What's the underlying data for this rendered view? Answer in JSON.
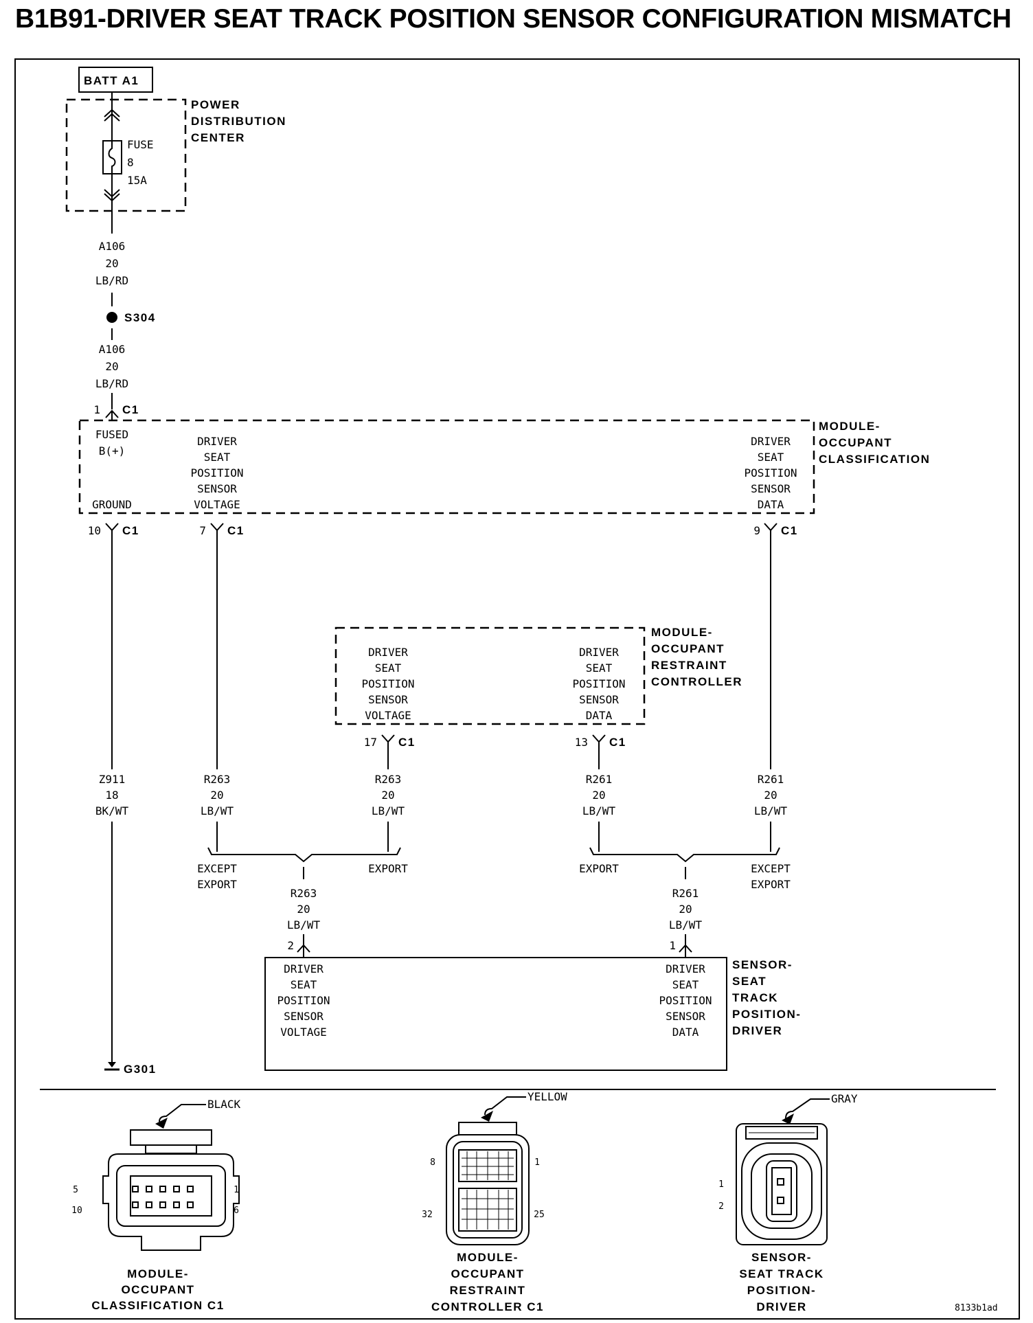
{
  "title": "B1B91-DRIVER SEAT TRACK POSITION SENSOR CONFIGURATION MISMATCH",
  "batt": "BATT A1",
  "pdc": {
    "name": [
      "POWER",
      "DISTRIBUTION",
      "CENTER"
    ],
    "fuse": [
      "FUSE",
      "8",
      "15A"
    ]
  },
  "wire_a106": [
    "A106",
    "20",
    "LB/RD"
  ],
  "splice": "S304",
  "conn_c1": "C1",
  "pins": {
    "fused": "1",
    "ground": "10",
    "voltage": "7",
    "data": "9",
    "orc_voltage": "17",
    "orc_data": "13",
    "sensor_voltage": "2",
    "sensor_data": "1"
  },
  "occ_module": {
    "name": [
      "MODULE-",
      "OCCUPANT",
      "CLASSIFICATION"
    ],
    "fused": [
      "FUSED",
      "B(+)"
    ],
    "ground": "GROUND",
    "voltage": [
      "DRIVER",
      "SEAT",
      "POSITION",
      "SENSOR",
      "VOLTAGE"
    ],
    "data": [
      "DRIVER",
      "SEAT",
      "POSITION",
      "SENSOR",
      "DATA"
    ]
  },
  "orc_module": {
    "name": [
      "MODULE-",
      "OCCUPANT",
      "RESTRAINT",
      "CONTROLLER"
    ],
    "voltage": [
      "DRIVER",
      "SEAT",
      "POSITION",
      "SENSOR",
      "VOLTAGE"
    ],
    "data": [
      "DRIVER",
      "SEAT",
      "POSITION",
      "SENSOR",
      "DATA"
    ]
  },
  "wire_z911": [
    "Z911",
    "18",
    "BK/WT"
  ],
  "wire_r263": [
    "R263",
    "20",
    "LB/WT"
  ],
  "wire_r261": [
    "R261",
    "20",
    "LB/WT"
  ],
  "except_export": [
    "EXCEPT",
    "EXPORT"
  ],
  "export": "EXPORT",
  "sensor": {
    "name": [
      "SENSOR-",
      "SEAT",
      "TRACK",
      "POSITION-",
      "DRIVER"
    ],
    "voltage": [
      "DRIVER",
      "SEAT",
      "POSITION",
      "SENSOR",
      "VOLTAGE"
    ],
    "data": [
      "DRIVER",
      "SEAT",
      "POSITION",
      "SENSOR",
      "DATA"
    ]
  },
  "ground_point": "G301",
  "connectors": [
    {
      "color": "BLACK",
      "pins": [
        "5",
        "10",
        "1",
        "6"
      ],
      "name": [
        "MODULE-",
        "OCCUPANT",
        "CLASSIFICATION C1"
      ]
    },
    {
      "color": "YELLOW",
      "pins": [
        "8",
        "32",
        "1",
        "25"
      ],
      "name": [
        "MODULE-",
        "OCCUPANT",
        "RESTRAINT",
        "CONTROLLER C1"
      ]
    },
    {
      "color": "GRAY",
      "pins": [
        "1",
        "2"
      ],
      "name": [
        "SENSOR-",
        "SEAT TRACK",
        "POSITION-",
        "DRIVER"
      ]
    }
  ],
  "figure_id": "8133b1ad"
}
